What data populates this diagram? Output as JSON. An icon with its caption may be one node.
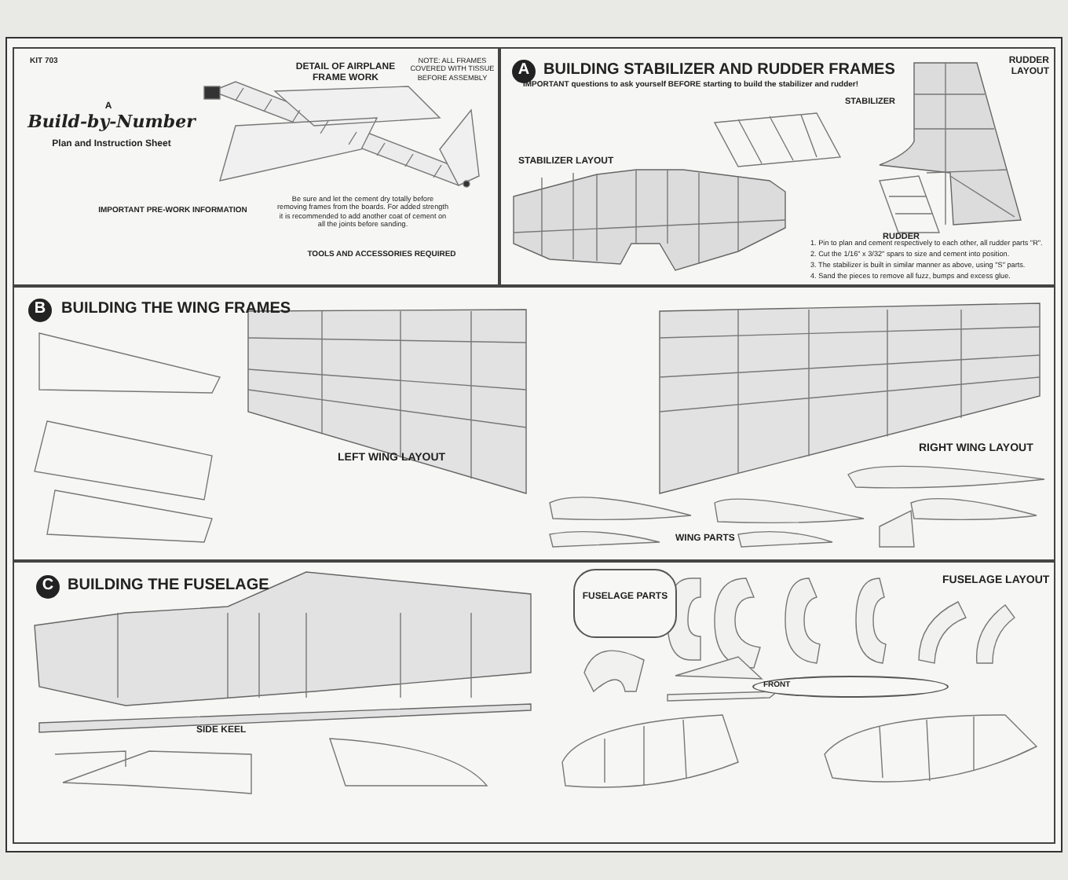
{
  "diagram": {
    "nodes": [
      {
        "text": [
          "KIT 703",
          "A",
          "Build-by-Number",
          "Plan and Instruction Sheet"
        ]
      },
      {
        "text": [
          "BUILDING STABILIZER AND RUDDER FRAMES"
        ]
      },
      {
        "text": [
          "A"
        ],
        "in": 1
      },
      {
        "text": [
          "BUILDING THE WING FRAMES"
        ]
      },
      {
        "text": [
          "B"
        ],
        "in": 3
      },
      {
        "text": [
          "BUILDING THE FUSELAGE"
        ]
      },
      {
        "text": [
          "C"
        ],
        "in": 5
      },
      {
        "text": [
          "FUSELAGE PARTS"
        ],
        "in": 5
      },
      {
        "text": [
          "FRONT"
        ],
        "in": 5
      }
    ],
    "labels": [
      "DETAIL OF AIRPLANE FRAME WORK",
      "NOTE: ALL FRAMES COVERED WITH TISSUE BEFORE ASSEMBLY",
      "IMPORTANT PRE-WORK INFORMATION",
      "Be sure and let the cement dry totally before removing frames from the boards. For added strength it is recommended to add another coat of cement on all the joints before sanding.",
      "TOOLS AND ACCESSORIES REQUIRED",
      "IMPORTANT questions to ask yourself BEFORE starting to build the stabilizer and rudder!",
      "STABILIZER LAYOUT",
      "STABILIZER",
      "RUDDER",
      "RUDDER LAYOUT",
      "1. Pin to plan and cement respectively to each other, all rudder parts \"R\".",
      "2. Cut the 1/16\" x 3/32\" spars to size and cement into position.",
      "3. The stabilizer is built in similar manner as above, using \"S\" parts.",
      "4. Sand the pieces to remove all fuzz, bumps and excess glue.",
      "LEFT WING LAYOUT",
      "RIGHT WING LAYOUT",
      "WING PARTS",
      "FUSELAGE LAYOUT",
      "SIDE KEEL"
    ]
  }
}
